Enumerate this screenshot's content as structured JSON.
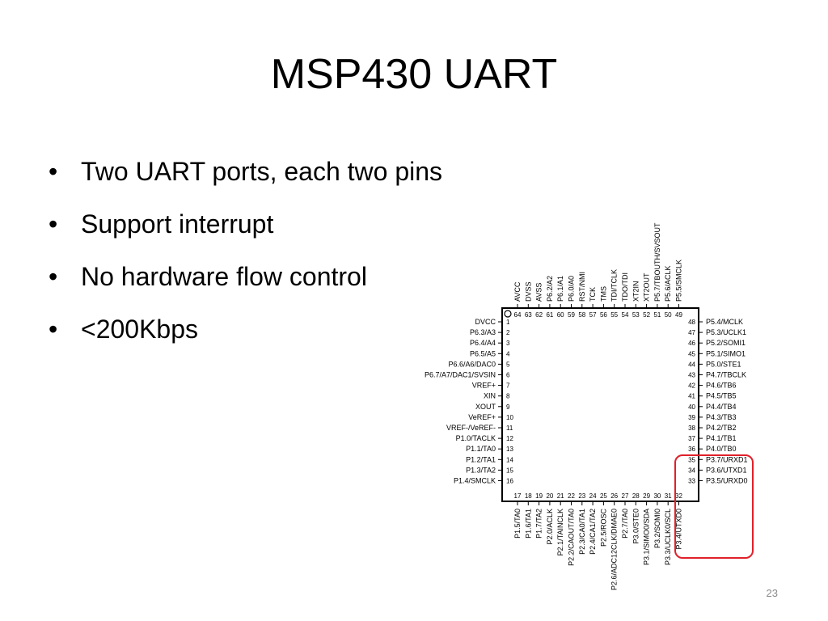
{
  "slide": {
    "title": "MSP430 UART",
    "bullets": [
      "Two UART ports, each two pins",
      "Support interrupt",
      "No hardware flow control",
      "<200Kbps"
    ],
    "page_number": "23",
    "highlight_color": "#e0202a"
  },
  "chip": {
    "left_pins": [
      {
        "n": "1",
        "label": "DVCC"
      },
      {
        "n": "2",
        "label": "P6.3/A3"
      },
      {
        "n": "3",
        "label": "P6.4/A4"
      },
      {
        "n": "4",
        "label": "P6.5/A5"
      },
      {
        "n": "5",
        "label": "P6.6/A6/DAC0"
      },
      {
        "n": "6",
        "label": "P6.7/A7/DAC1/SVSIN"
      },
      {
        "n": "7",
        "label": "VREF+"
      },
      {
        "n": "8",
        "label": "XIN"
      },
      {
        "n": "9",
        "label": "XOUT"
      },
      {
        "n": "10",
        "label": "VeREF+"
      },
      {
        "n": "11",
        "label": "VREF-/VeREF-"
      },
      {
        "n": "12",
        "label": "P1.0/TACLK"
      },
      {
        "n": "13",
        "label": "P1.1/TA0"
      },
      {
        "n": "14",
        "label": "P1.2/TA1"
      },
      {
        "n": "15",
        "label": "P1.3/TA2"
      },
      {
        "n": "16",
        "label": "P1.4/SMCLK"
      }
    ],
    "right_pins": [
      {
        "n": "48",
        "label": "P5.4/MCLK"
      },
      {
        "n": "47",
        "label": "P5.3/UCLK1"
      },
      {
        "n": "46",
        "label": "P5.2/SOMI1"
      },
      {
        "n": "45",
        "label": "P5.1/SIMO1"
      },
      {
        "n": "44",
        "label": "P5.0/STE1"
      },
      {
        "n": "43",
        "label": "P4.7/TBCLK"
      },
      {
        "n": "42",
        "label": "P4.6/TB6"
      },
      {
        "n": "41",
        "label": "P4.5/TB5"
      },
      {
        "n": "40",
        "label": "P4.4/TB4"
      },
      {
        "n": "39",
        "label": "P4.3/TB3"
      },
      {
        "n": "38",
        "label": "P4.2/TB2"
      },
      {
        "n": "37",
        "label": "P4.1/TB1"
      },
      {
        "n": "36",
        "label": "P4.0/TB0"
      },
      {
        "n": "35",
        "label": "P3.7/URXD1"
      },
      {
        "n": "34",
        "label": "P3.6/UTXD1"
      },
      {
        "n": "33",
        "label": "P3.5/URXD0"
      }
    ],
    "top_pins": [
      {
        "n": "64",
        "label": "AVCC"
      },
      {
        "n": "63",
        "label": "DVSS"
      },
      {
        "n": "62",
        "label": "AVSS"
      },
      {
        "n": "61",
        "label": "P6.2/A2"
      },
      {
        "n": "60",
        "label": "P6.1/A1"
      },
      {
        "n": "59",
        "label": "P6.0/A0"
      },
      {
        "n": "58",
        "label": "RST/NMI"
      },
      {
        "n": "57",
        "label": "TCK"
      },
      {
        "n": "56",
        "label": "TMS"
      },
      {
        "n": "55",
        "label": "TDI/TCLK"
      },
      {
        "n": "54",
        "label": "TDO/TDI"
      },
      {
        "n": "53",
        "label": "XT2IN"
      },
      {
        "n": "52",
        "label": "XT2OUT"
      },
      {
        "n": "51",
        "label": "P5.7/TBOUTH/SVSOUT"
      },
      {
        "n": "50",
        "label": "P5.6/ACLK"
      },
      {
        "n": "49",
        "label": "P5.5/SMCLK"
      }
    ],
    "bottom_pins": [
      {
        "n": "17",
        "label": "P1.5/TA0"
      },
      {
        "n": "18",
        "label": "P1.6/TA1"
      },
      {
        "n": "19",
        "label": "P1.7/TA2"
      },
      {
        "n": "20",
        "label": "P2.0/ACLK"
      },
      {
        "n": "21",
        "label": "P2.1/TAINCLK"
      },
      {
        "n": "22",
        "label": "P2.2/CAOUT/TA0"
      },
      {
        "n": "23",
        "label": "P2.3/CA0/TA1"
      },
      {
        "n": "24",
        "label": "P2.4/CA1/TA2"
      },
      {
        "n": "25",
        "label": "P2.5/ROSC"
      },
      {
        "n": "26",
        "label": "P2.6/ADC12CLK/DMAE0"
      },
      {
        "n": "27",
        "label": "P2.7/TA0"
      },
      {
        "n": "28",
        "label": "P3.0/STE0"
      },
      {
        "n": "29",
        "label": "P3.1/SIMO0/SDA"
      },
      {
        "n": "30",
        "label": "P3.2/SOMI0"
      },
      {
        "n": "31",
        "label": "P3.3/UCLK0/SCL"
      },
      {
        "n": "32",
        "label": "P3.4/UTXD0"
      }
    ]
  }
}
